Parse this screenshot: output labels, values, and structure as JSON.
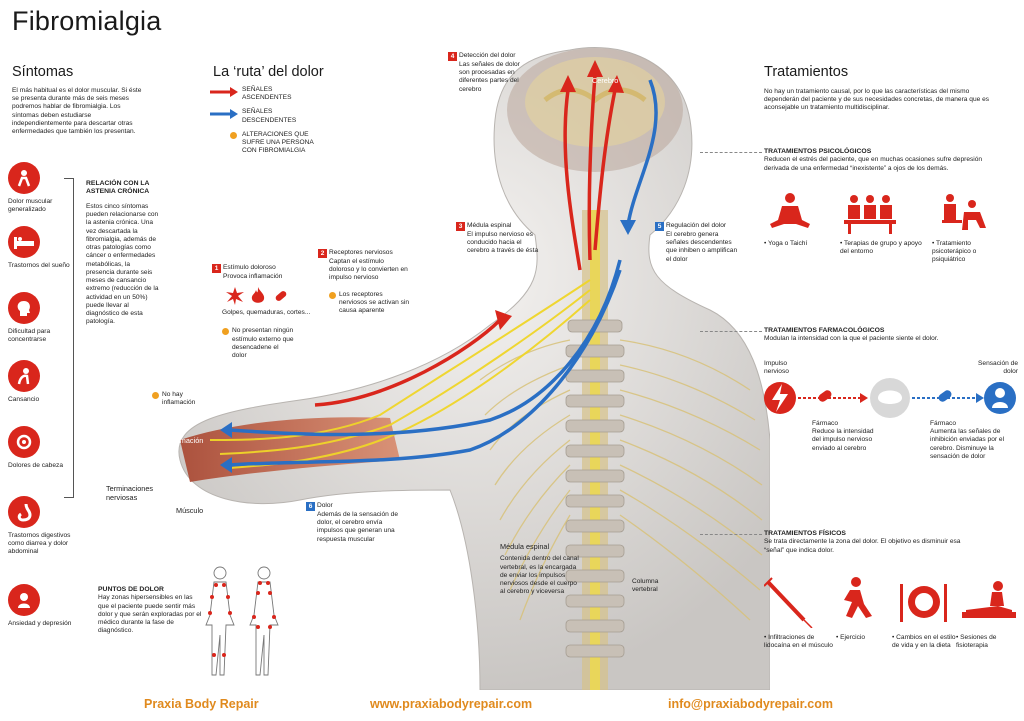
{
  "title": "Fibromialgia",
  "sintomas": {
    "heading": "Síntomas",
    "intro": "El más habitual es el dolor muscular. Si éste se presenta durante más de seis meses podremos hablar de fibromialgia. Los síntomas deben estudiarse independientemente para descartar otras enfermedades que también los presentan.",
    "items": [
      {
        "label": "Dolor muscular generalizado",
        "icon": "muscle-pain-icon"
      },
      {
        "label": "Trastornos del sueño",
        "icon": "bed-icon"
      },
      {
        "label": "Dificultad para concentrarse",
        "icon": "head-icon"
      },
      {
        "label": "Cansancio",
        "icon": "tired-person-icon"
      },
      {
        "label": "Dolores de cabeza",
        "icon": "headache-icon"
      },
      {
        "label": "Trastornos digestivos como diarrea y dolor abdominal",
        "icon": "stomach-icon"
      },
      {
        "label": "Ansiedad y depresión",
        "icon": "anxiety-icon"
      }
    ],
    "astenia_title": "RELACIÓN CON LA ASTENIA CRÓNICA",
    "astenia_text": "Estos cinco síntomas pueden relacionarse con la astenia crónica. Una vez descartada la fibromialgia, además de otras patologías como cáncer o enfermedades metabólicas, la presencia durante seis meses de cansancio extremo (reducción de la actividad en un 50%) puede llevar al diagnóstico de esta patología."
  },
  "ruta": {
    "heading": "La ‘ruta’ del dolor",
    "legend_asc": "SEÑALES ASCENDENTES",
    "legend_desc": "SEÑALES DESCENDENTES",
    "legend_alt": "ALTERACIONES QUE SUFRE UNA PERSONA CON FIBROMIALGIA",
    "color_asc": "#d9261c",
    "color_desc": "#2a6fc4",
    "color_alt": "#f0a020"
  },
  "steps": {
    "s1_num": "1",
    "s1_title": "Estímulo doloroso",
    "s1_text": "Provoca inflamación",
    "s1_examples": "Golpes, quemaduras, cortes...",
    "s1_alt": "No presentan ningún estímulo externo que desencadene el dolor",
    "s2_num": "2",
    "s2_title": "Receptores nerviosos",
    "s2_text": "Captan el estímulo doloroso y lo convierten en impulso nervioso",
    "s2_alt": "Los receptores nerviosos se activan sin causa aparente",
    "s3_num": "3",
    "s3_title": "Médula espinal",
    "s3_text": "El impulso nervioso es conducido hacia el cerebro a través de ésta",
    "s4_num": "4",
    "s4_title": "Detección del dolor",
    "s4_text": "Las señales de dolor son procesadas en diferentes partes del cerebro",
    "s5_num": "5",
    "s5_title": "Regulación del dolor",
    "s5_text": "El cerebro genera señales descendentes que inhiben o amplifican el dolor",
    "s6_num": "6",
    "s6_title": "Dolor",
    "s6_text": "Además de la sensación de dolor, el cerebro envía impulsos que generan una respuesta muscular",
    "no_inflam": "No hay inflamación"
  },
  "anatomy": {
    "cerebro": "Cerebro",
    "inflamacion": "Inflamación",
    "terminaciones": "Terminaciones nerviosas",
    "musculo": "Músculo",
    "medula_title": "Médula espinal",
    "medula_text": "Contenida dentro del canal vertebral, es la encargada de enviar los impulsos nerviosos desde el cuerpo al cerebro y viceversa",
    "columna": "Columna vertebral"
  },
  "puntos": {
    "title": "PUNTOS DE DOLOR",
    "text": "Hay zonas hipersensibles en las que el paciente puede sentir más dolor y que serán exploradas por el médico durante la fase de diagnóstico."
  },
  "tratamientos": {
    "heading": "Tratamientos",
    "intro": "No hay un tratamiento causal, por lo que las características del mismo dependerán del paciente y de sus necesidades concretas, de manera que es aconsejable un tratamiento multidisciplinar.",
    "psico_title": "TRATAMIENTOS PSICOLÓGICOS",
    "psico_text": "Reducen el estrés del paciente, que en muchas ocasiones sufre depresión derivada de una enfermedad “inexistente” a ojos de los demás.",
    "psico_items": [
      "Yoga o Taichí",
      "Terapias de grupo y apoyo del entorno",
      "Tratamiento psicoterápico o psiquiátrico"
    ],
    "farma_title": "TRATAMIENTOS FARMACOLÓGICOS",
    "farma_text": "Modulan la intensidad con la que el paciente siente el dolor.",
    "impulso": "Impulso nervioso",
    "sensacion": "Sensación de dolor",
    "farmaco1_title": "Fármaco",
    "farmaco1_text": "Reduce la intensidad del impulso nervioso enviado al cerebro",
    "farmaco2_title": "Fármaco",
    "farmaco2_text": "Aumenta las señales de inhibición enviadas por el cerebro. Disminuye la sensación de dolor",
    "fisico_title": "TRATAMIENTOS FÍSICOS",
    "fisico_text": "Se trata directamente la zona del dolor. El objetivo es disminuir esa “señal” que indica dolor.",
    "fisico_items": [
      "Infiltraciones de lidocaína en el músculo",
      "Ejercicio",
      "Cambios en el estilo de vida y en la dieta",
      "Sesiones de fisioterapia"
    ]
  },
  "footer": {
    "brand": "Praxia Body Repair",
    "web": "www.praxiabodyrepair.com",
    "email": "info@praxiabodyrepair.com"
  }
}
